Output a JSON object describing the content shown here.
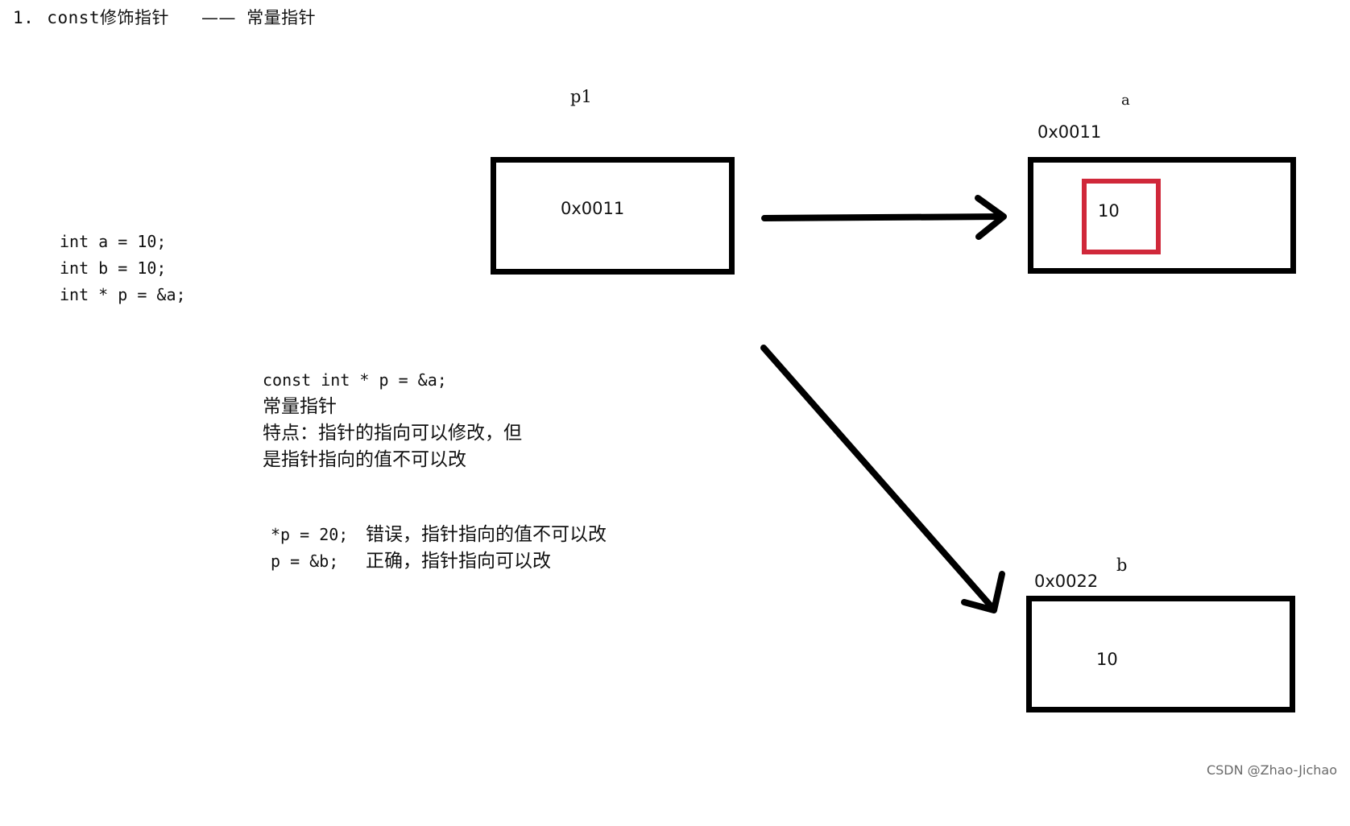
{
  "title": {
    "number": "1.",
    "text": "const修饰指针",
    "dash": "——",
    "subtitle": "常量指针"
  },
  "declarations": [
    "int a = 10;",
    "int b = 10;",
    "int * p = &a;"
  ],
  "explanation": {
    "code": "const int * p = &a;",
    "name": "常量指针",
    "feature_line1": "特点：指针的指向可以修改，但",
    "feature_line2": "是指针指向的值不可以改"
  },
  "examples": [
    {
      "code": "*p = 20;",
      "note": "错误，指针指向的值不可以改"
    },
    {
      "code": "p = &b;",
      "note": "正确，指针指向可以改"
    }
  ],
  "pointer_box": {
    "label": "p1",
    "value": "0x0011"
  },
  "var_a": {
    "label": "a",
    "address": "0x0011",
    "value": "10"
  },
  "var_b": {
    "label": "b",
    "address": "0x0022",
    "value": "10"
  },
  "colors": {
    "highlight": "#d0283a",
    "stroke": "#000000"
  },
  "watermark": "CSDN @Zhao-Jichao"
}
